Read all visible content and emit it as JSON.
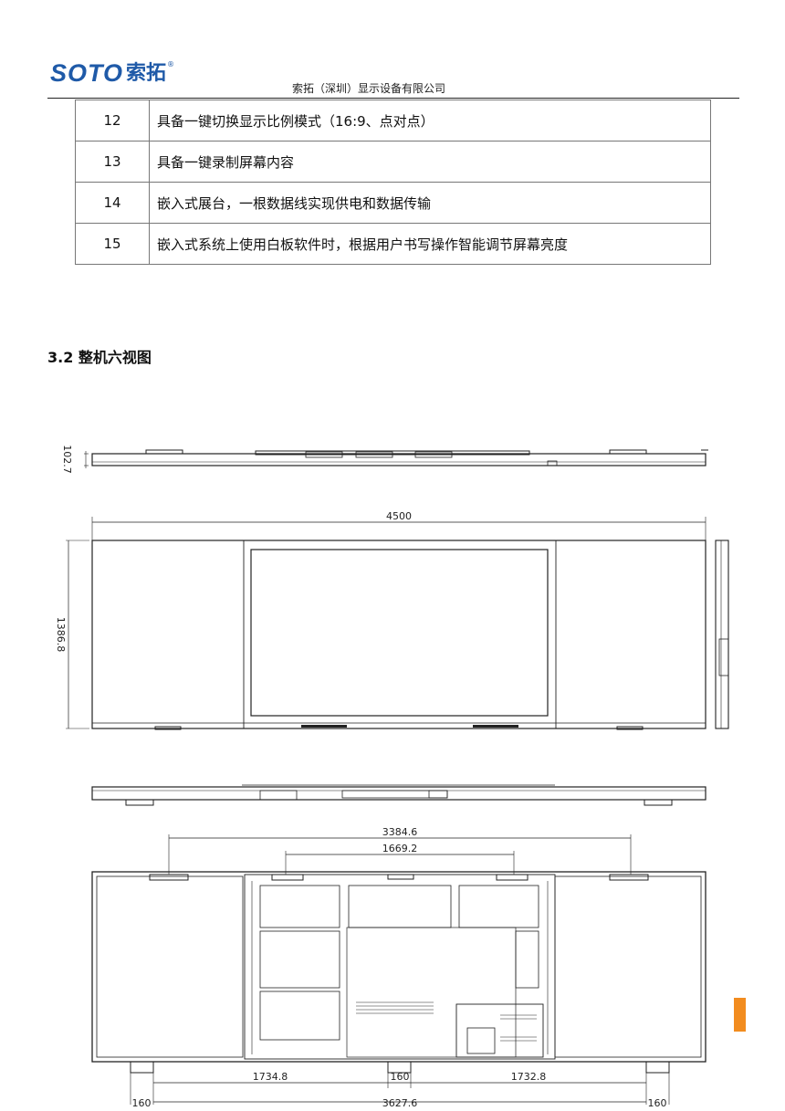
{
  "header": {
    "logo_text": "SOTO",
    "logo_cn": "索拓",
    "logo_reg": "®",
    "company": "索拓（深圳）显示设备有限公司"
  },
  "spec_rows": [
    {
      "num": "12",
      "text": "具备一键切换显示比例模式（16:9、点对点）"
    },
    {
      "num": "13",
      "text": "具备一键录制屏幕内容"
    },
    {
      "num": "14",
      "text": "嵌入式展台，一根数据线实现供电和数据传输"
    },
    {
      "num": "15",
      "text": "嵌入式系统上使用白板软件时，根据用户书写操作智能调节屏幕亮度"
    }
  ],
  "section_title": "3.2 整机六视图",
  "dimensions": {
    "top_depth": "102.7",
    "front_width": "4500",
    "front_height": "1386.8",
    "back_span_outer": "3384.6",
    "back_span_inner": "1669.2",
    "bottom_left_segment": "1734.8",
    "bottom_center_gap": "160",
    "bottom_right_segment": "1732.8",
    "bottom_edge_left": "160",
    "bottom_total": "3627.6",
    "bottom_edge_right": "160"
  },
  "colors": {
    "logo": "#1f5aa8",
    "side_tab": "#f28c1f",
    "line": "#222222"
  }
}
